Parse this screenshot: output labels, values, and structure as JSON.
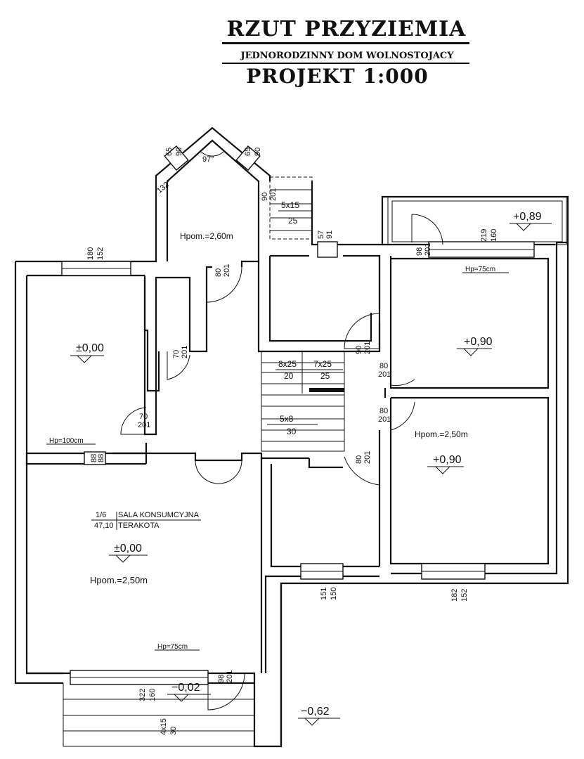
{
  "title": {
    "main": "RZUT PRZYZIEMIA",
    "sub": "JEDNORODZINNY DOM WOLNOSTOJACY",
    "scale": "PROJEKT 1:000"
  },
  "levels": {
    "left_room": "±0,00",
    "upper_right_room": "+0,90",
    "lower_right_room": "+0,90",
    "sala": "±0,00",
    "terrace_right": "+0,89",
    "entrance": "−0,02",
    "outside": "−0,62"
  },
  "room_heights": {
    "bay": "Hpom.=2,60m",
    "lower_right": "Hpom.=2,50m",
    "sala": "Hpom.=2,50m"
  },
  "sill_heights": {
    "left_room": "Hp=100cm",
    "upper_right": "Hp=75cm",
    "sala": "Hp=75cm"
  },
  "sala": {
    "number": "1/6",
    "name": "SALA KONSUMCYJNA",
    "area": "47,10",
    "floor": "TERAKOTA"
  },
  "angles": {
    "top": "97°",
    "left": "132°"
  },
  "dimensions": {
    "win_left_top": [
      "180",
      "152"
    ],
    "bay_left": [
      "65",
      "90"
    ],
    "bay_right": [
      "65",
      "90"
    ],
    "stair_top_door": [
      "90",
      "201"
    ],
    "stair_top": [
      "5x15",
      "25"
    ],
    "win_mid_top": [
      "57",
      "91"
    ],
    "win_right_top": [
      "219",
      "160"
    ],
    "door_terrace": [
      "98",
      "201"
    ],
    "door_bay": [
      "80",
      "201"
    ],
    "door_closet": [
      "70",
      "201"
    ],
    "door_left_room": [
      "70",
      "201"
    ],
    "door_wc": [
      "90",
      "201"
    ],
    "door_upper_right": [
      "80",
      "201"
    ],
    "door_lower_right": [
      "80",
      "201"
    ],
    "door_lower_mid": [
      "80",
      "201"
    ],
    "stair_a": [
      "8x25",
      "20"
    ],
    "stair_b": [
      "7x25",
      "25"
    ],
    "stair_c": [
      "5x8",
      "30"
    ],
    "win_small_left": [
      "88",
      "88"
    ],
    "win_lower_mid": [
      "151",
      "150"
    ],
    "win_lower_right": [
      "182",
      "152"
    ],
    "win_sala": [
      "322",
      "160"
    ],
    "door_sala": [
      "98",
      "201"
    ],
    "stair_entrance": [
      "4x15",
      "30"
    ]
  }
}
